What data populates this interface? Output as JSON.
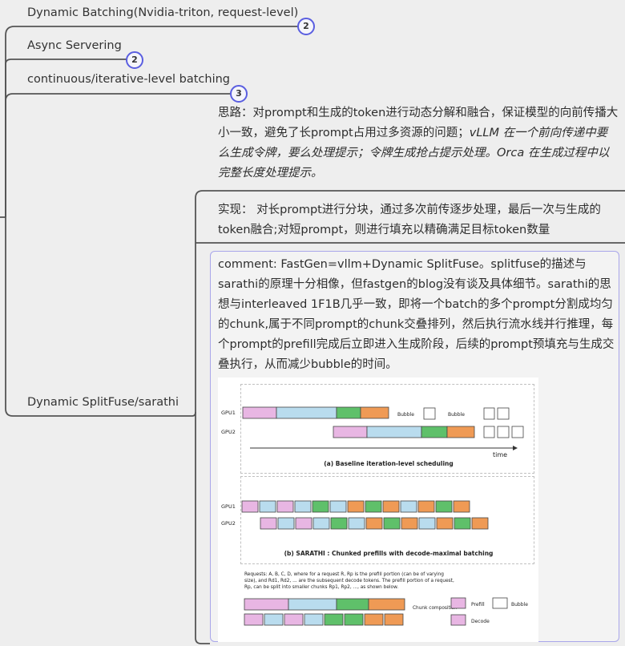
{
  "mindmap": {
    "nodes": [
      {
        "label": "Dynamic Batching(Nvidia-triton, request-level)",
        "badge": "2"
      },
      {
        "label": "Async Servering",
        "badge": "2"
      },
      {
        "label": "continuous/iterative-level batching",
        "badge": "3"
      },
      {
        "label": "Dynamic SplitFuse/sarathi"
      }
    ],
    "note_thinking": {
      "plain": "思路：对prompt和生成的token进行动态分解和融合，保证模型的向前传播大小一致，避免了长prompt占用过多资源的问题；",
      "italic": "vLLM 在一个前向传递中要么生成令牌，要么处理提示；令牌生成抢占提示处理。Orca 在生成过程中以完整长度处理提示。"
    },
    "note_impl": "实现： 对长prompt进行分块，通过多次前传逐步处理，最后一次与生成的token融合;对短prompt，则进行填充以精确满足目标token数量",
    "comment": "comment: FastGen=vllm+Dynamic SplitFuse。splitfuse的描述与sarathi的原理十分相像，但fastgen的blog没有谈及具体细节。sarathi的思想与interleaved 1F1B几乎一致，即将一个batch的多个prompt分割成均匀的chunk,属于不同prompt的chunk交叠排列，然后执行流水线并行推理，每个prompt的prefill完成后立即进入生成阶段，后续的prompt预填充与生成交叠执行，从而减少bubble的时间。"
  },
  "figure": {
    "gpu1": "GPU1",
    "gpu2": "GPU2",
    "time": "time",
    "bubble": "Bubble",
    "caption_a": "(a) Baseline iteration-level scheduling",
    "caption_b": "(b) SARATHI : Chunked prefills with decode-maximal batching",
    "requests_note": "Requests: A, B, C, D, where for a request R, Rp is the prefill portion (can be of varying size), and Rd1, Rd2, ... are the subsequent decode tokens. The prefill portion of a request, Rp, can be split into smaller chunks Rp1, Rp2, ..., as shown below.",
    "chunk_label": "Chunk composition",
    "legend_prefill": "Prefill",
    "legend_decode": "Decode",
    "legend_bubble": "Bubble",
    "colors": {
      "A": "#e8b6e3",
      "B": "#b9dcee",
      "C": "#5fc06a",
      "D": "#ef9a55"
    }
  }
}
